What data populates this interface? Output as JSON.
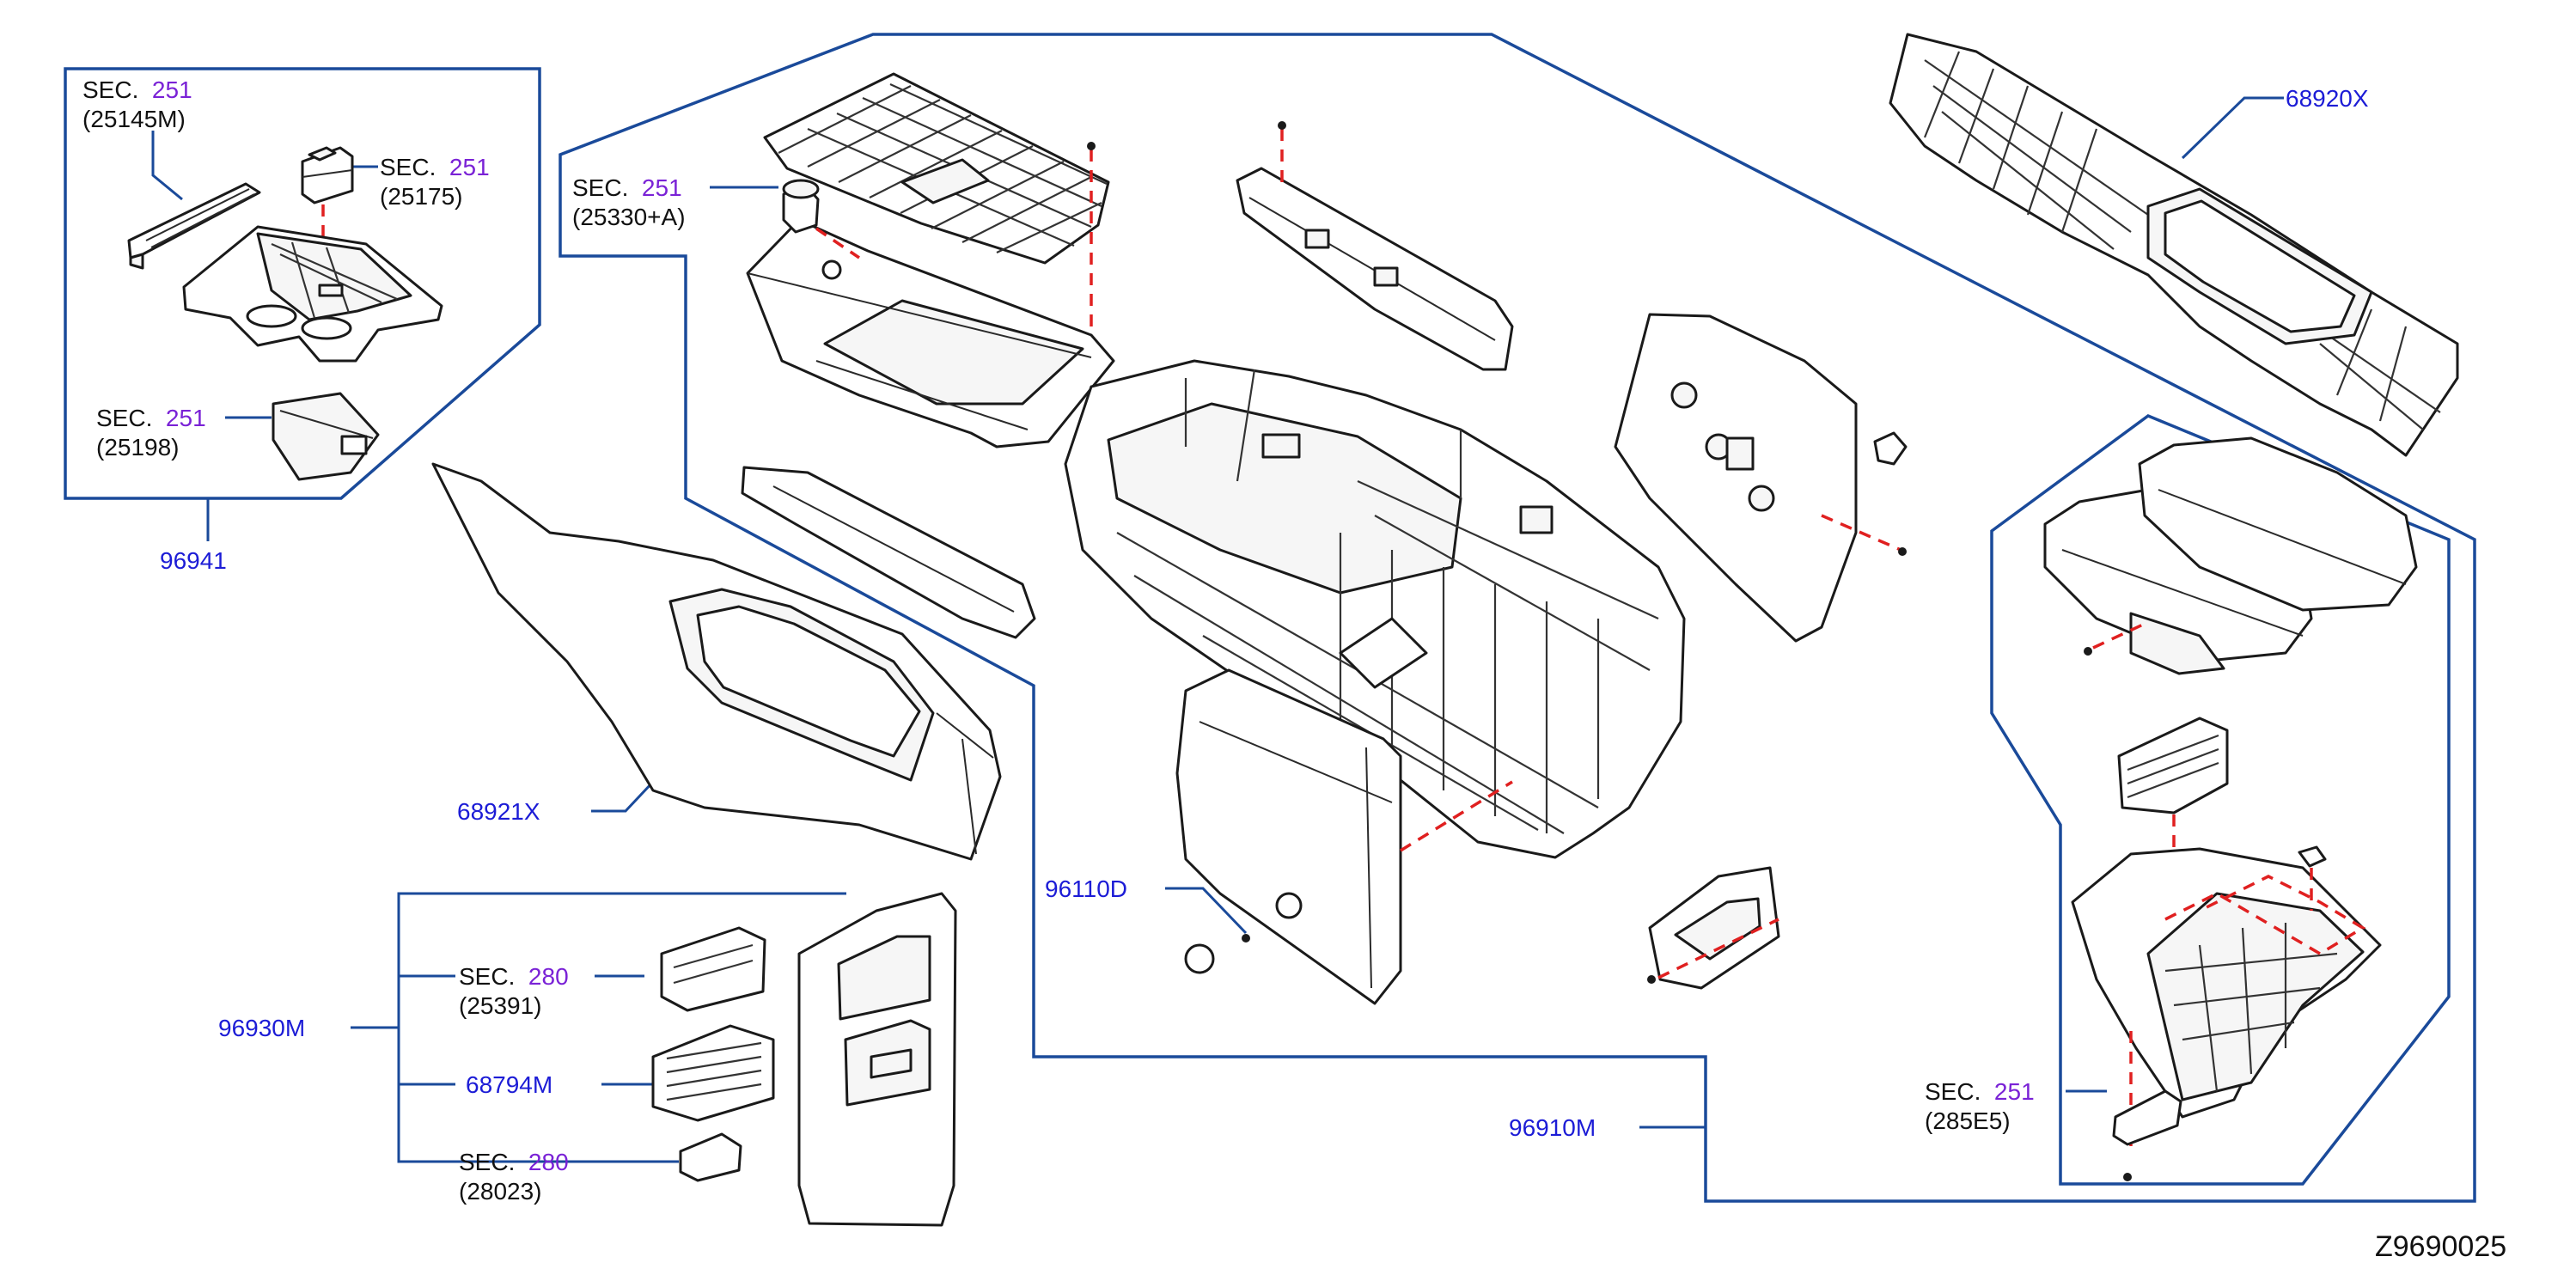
{
  "diagram_code": "Z9690025",
  "callouts": {
    "sec_25145m": {
      "sec": "SEC.",
      "num": "251",
      "part": "(25145M)"
    },
    "sec_25175": {
      "sec": "SEC.",
      "num": "251",
      "part": "(25175)"
    },
    "sec_25198": {
      "sec": "SEC.",
      "num": "251",
      "part": "(25198)"
    },
    "sec_25330a": {
      "sec": "SEC.",
      "num": "251",
      "part": "(25330+A)"
    },
    "sec_25391": {
      "sec": "SEC.",
      "num": "280",
      "part": "(25391)"
    },
    "sec_28023": {
      "sec": "SEC.",
      "num": "280",
      "part": "(28023)"
    },
    "sec_285e5": {
      "sec": "SEC.",
      "num": "251",
      "part": "(285E5)"
    }
  },
  "part_numbers": {
    "p96941": "96941",
    "p68921x": "68921X",
    "p68920x": "68920X",
    "p96930m": "96930M",
    "p68794m": "68794M",
    "p96110d": "96110D",
    "p96910m": "96910M"
  },
  "colors": {
    "frame": "#1a4a9a",
    "part_number": "#1c1cd6",
    "section_number": "#7a22d6",
    "hidden_line": "#e02020"
  }
}
